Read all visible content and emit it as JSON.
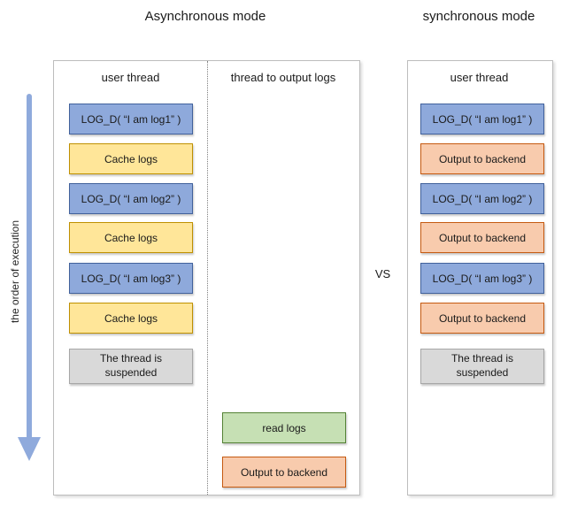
{
  "diagram": {
    "async_title": "Asynchronous mode",
    "sync_title": "synchronous mode",
    "vs_label": "VS",
    "axis_label": "the order of execution",
    "async_panel": {
      "user_thread_header": "user thread",
      "output_thread_header": "thread to output logs",
      "user_thread_boxes": [
        {
          "label": "LOG_D( “I am log1” )",
          "type": "log-call"
        },
        {
          "label": "Cache logs",
          "type": "cache"
        },
        {
          "label": "LOG_D( “I am log2” )",
          "type": "log-call"
        },
        {
          "label": "Cache logs",
          "type": "cache"
        },
        {
          "label": "LOG_D( “I am log3” )",
          "type": "log-call"
        },
        {
          "label": "Cache logs",
          "type": "cache"
        },
        {
          "label": "The thread is suspended",
          "type": "suspended"
        }
      ],
      "output_thread_boxes": [
        {
          "label": "read logs",
          "type": "read"
        },
        {
          "label": "Output to backend",
          "type": "output"
        }
      ]
    },
    "sync_panel": {
      "user_thread_header": "user thread",
      "user_thread_boxes": [
        {
          "label": "LOG_D( “I am log1” )",
          "type": "log-call"
        },
        {
          "label": "Output to backend",
          "type": "output"
        },
        {
          "label": "LOG_D( “I am log2” )",
          "type": "log-call"
        },
        {
          "label": "Output to backend",
          "type": "output"
        },
        {
          "label": "LOG_D( “I am log3” )",
          "type": "log-call"
        },
        {
          "label": "Output to backend",
          "type": "output"
        },
        {
          "label": "The thread is suspended",
          "type": "suspended"
        }
      ]
    },
    "colors": {
      "log_call_fill": "#8EA9DB",
      "log_call_border": "#41619B",
      "cache_fill": "#FFE699",
      "cache_border": "#BF9000",
      "output_fill": "#F8CBAD",
      "output_border": "#C55A11",
      "read_fill": "#C6E0B4",
      "read_border": "#548235",
      "suspended_fill": "#D9D9D9",
      "suspended_border": "#A6A6A6",
      "arrow": "#8FAADC",
      "panel_border": "#BDBDBD"
    }
  }
}
